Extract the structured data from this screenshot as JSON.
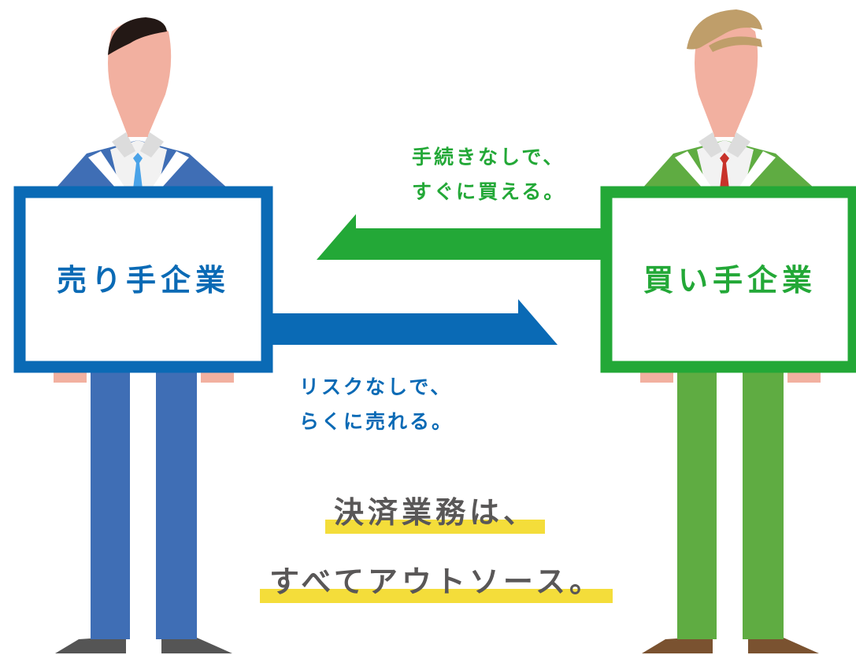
{
  "seller": {
    "label": "売り手企業",
    "color": "#0a6ab5",
    "suit_color": "#3f6eb5",
    "tie_color": "#4aa3e8",
    "hair_color": "#231815",
    "shoe_color": "#555555"
  },
  "buyer": {
    "label": "買い手企業",
    "color": "#23a837",
    "suit_color": "#5fac42",
    "tie_color": "#c8322a",
    "hair_color": "#bf9e6a",
    "shoe_color": "#7a5230"
  },
  "flows": {
    "buyer_to_seller": {
      "line1": "手続きなしで、",
      "line2": "すぐに買える。"
    },
    "seller_to_buyer": {
      "line1": "リスクなしで、",
      "line2": "らくに売れる。"
    }
  },
  "tagline": {
    "line1": "決済業務は、",
    "line2": "すべてアウトソース。",
    "highlight_color": "#f4dd3a",
    "text_color": "#595757"
  },
  "skin_color": "#f2b0a0"
}
